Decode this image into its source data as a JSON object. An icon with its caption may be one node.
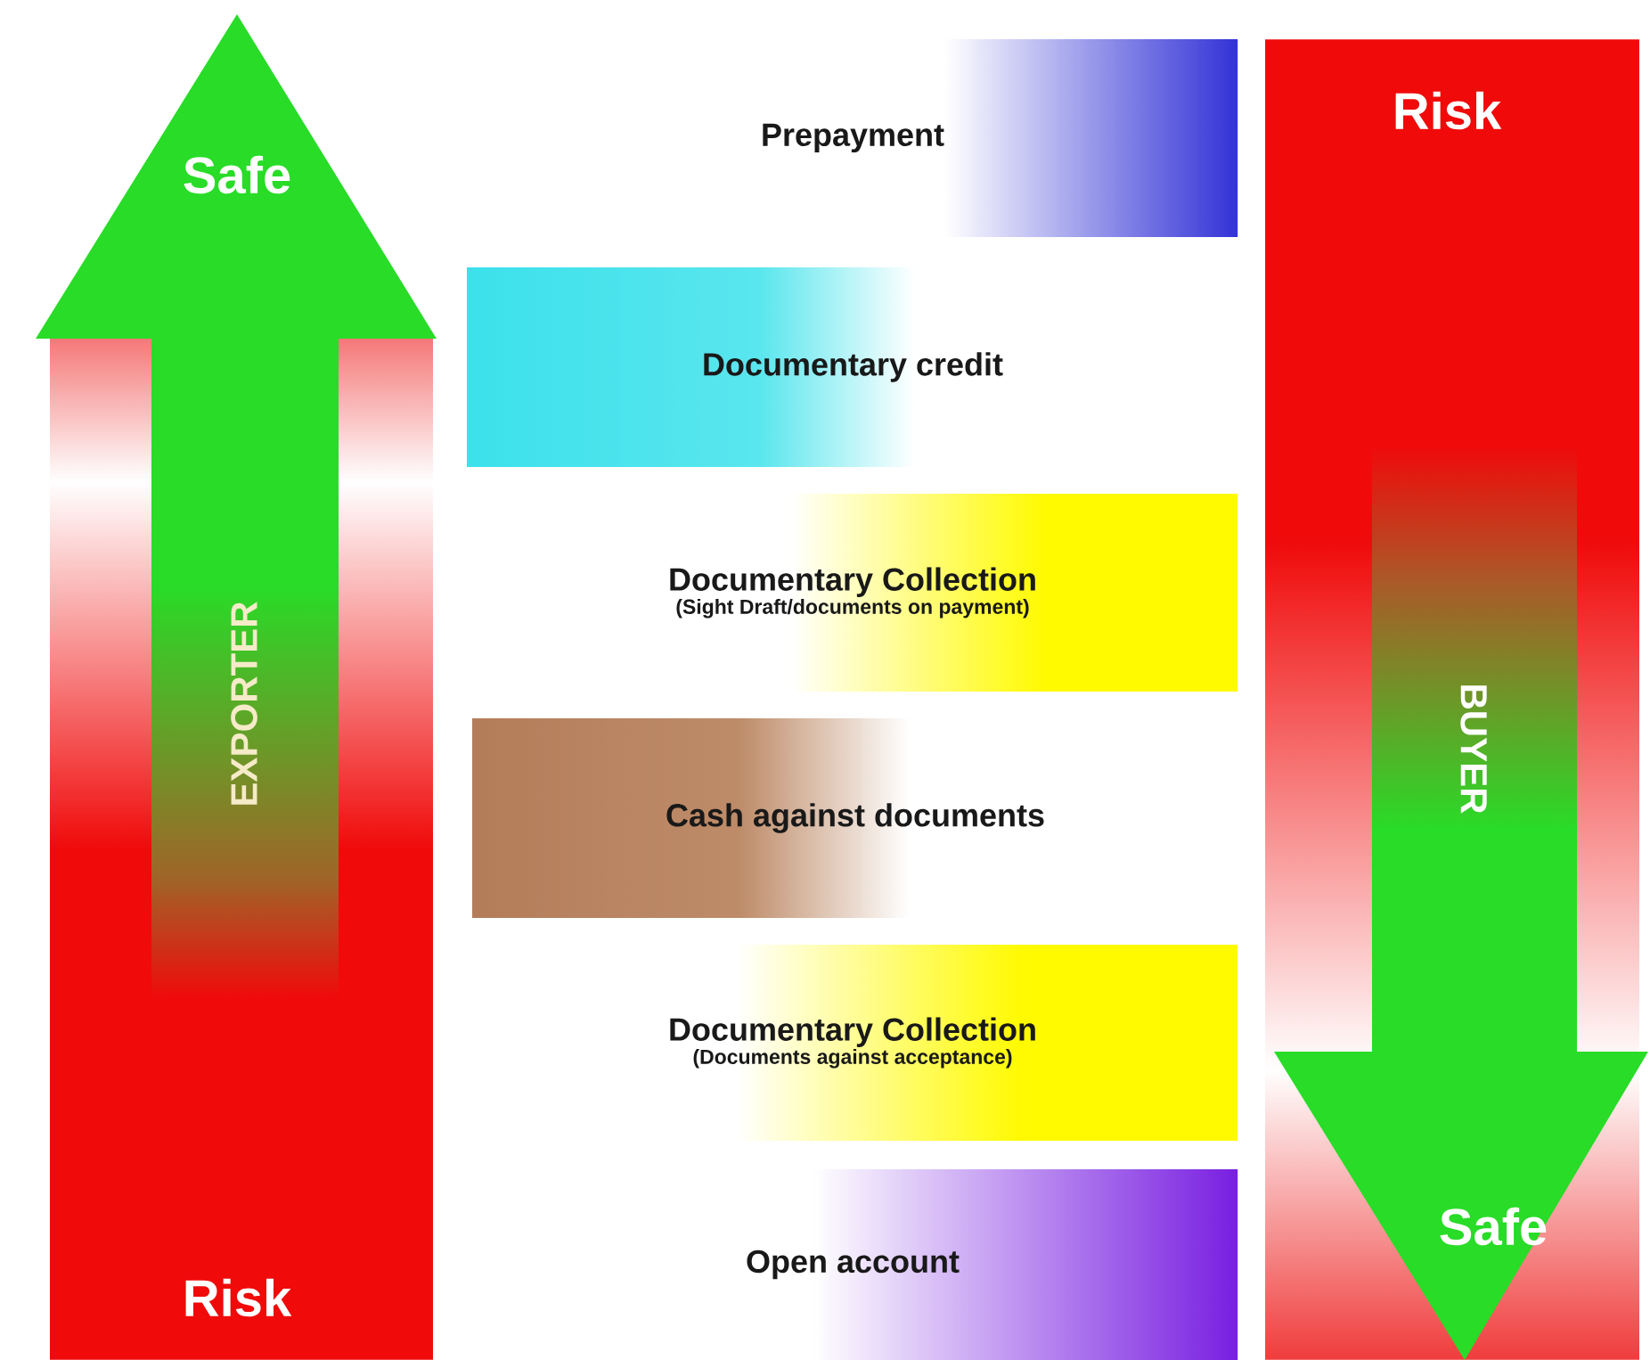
{
  "diagram": {
    "nodes": [
      {
        "text": [
          "Risk"
        ]
      },
      {
        "text": [
          "Safe",
          "EXPORTER"
        ]
      },
      {
        "text": [
          "Prepayment"
        ]
      },
      {
        "text": [
          "Documentary credit"
        ]
      },
      {
        "text": [
          "Documentary Collection",
          "(Sight Draft/documents on payment)"
        ]
      },
      {
        "text": [
          "Cash against documents"
        ]
      },
      {
        "text": [
          "Documentary Collection",
          "(Documents against acceptance)"
        ]
      },
      {
        "text": [
          "Open account"
        ]
      },
      {
        "text": [
          "Risk"
        ]
      },
      {
        "text": [
          "BUYER",
          "Safe"
        ]
      }
    ]
  }
}
